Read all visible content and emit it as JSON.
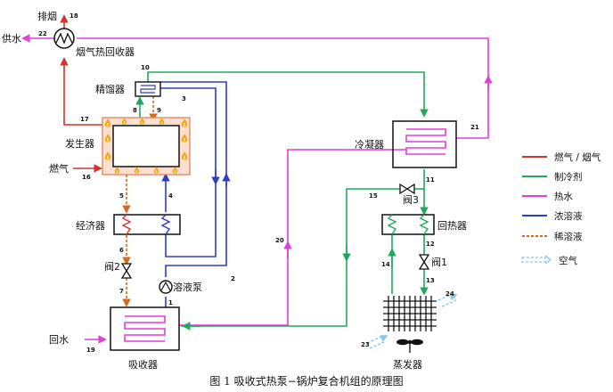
{
  "labels": {
    "exhaust": "排烟",
    "supply_water": "供水",
    "flue_gas_recovery": "烟气热回收器",
    "rectifier": "精馏器",
    "generator": "发生器",
    "fuel_gas": "燃气",
    "economizer": "经济器",
    "valve2": "阀2",
    "solution_pump": "溶液泵",
    "absorber": "吸收器",
    "return_water": "回水",
    "condenser": "冷凝器",
    "valve3": "阀3",
    "regenerator": "回热器",
    "valve1": "阀1",
    "evaporator": "蒸发器"
  },
  "point_numbers": [
    "1",
    "2",
    "3",
    "4",
    "5",
    "6",
    "7",
    "8",
    "9",
    "10",
    "11",
    "12",
    "13",
    "14",
    "15",
    "16",
    "17",
    "18",
    "19",
    "20",
    "21",
    "22",
    "23",
    "24"
  ],
  "legend": [
    {
      "label": "燃气 / 烟气",
      "color": "#d2352b",
      "style": "solid"
    },
    {
      "label": "制冷剂",
      "color": "#22a85a",
      "style": "solid"
    },
    {
      "label": "热水",
      "color": "#e23fd6",
      "style": "solid"
    },
    {
      "label": "浓溶液",
      "color": "#2d3fc4",
      "style": "solid"
    },
    {
      "label": "稀溶液",
      "color": "#d56a1e",
      "style": "dashed"
    },
    {
      "label": "空气",
      "color": "#86c6e8",
      "style": "hollow-dashed"
    }
  ],
  "caption": "图 1  吸收式热泵−锅炉复合机组的原理图",
  "colors": {
    "gas": "#d2352b",
    "refrigerant": "#22a85a",
    "hot_water": "#e23fd6",
    "strong_solution": "#2d3fc4",
    "weak_solution": "#d56a1e",
    "air": "#86c6e8",
    "flame": "#f2a31c"
  }
}
